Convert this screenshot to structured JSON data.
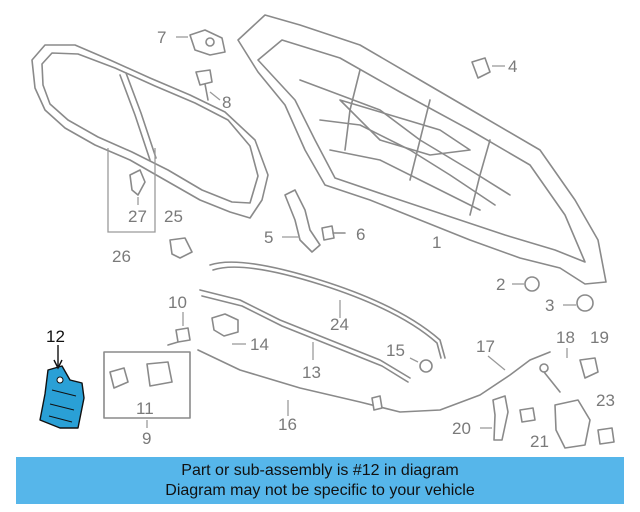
{
  "diagram": {
    "callouts": {
      "c1": "1",
      "c2": "2",
      "c3": "3",
      "c4": "4",
      "c5": "5",
      "c6": "6",
      "c7": "7",
      "c8": "8",
      "c9": "9",
      "c10": "10",
      "c11": "11",
      "c12": "12",
      "c13": "13",
      "c14": "14",
      "c15": "15",
      "c16": "16",
      "c17": "17",
      "c18": "18",
      "c19": "19",
      "c20": "20",
      "c21": "21",
      "c23": "23",
      "c24": "24",
      "c25": "25",
      "c26": "26",
      "c27": "27"
    },
    "highlighted_part": "12",
    "highlight_color": "#2aa0d6",
    "banner_color": "#56b6ea"
  },
  "banner": {
    "line1": "Part or sub-assembly is #12 in diagram",
    "line2": "Diagram may not be specific to your vehicle"
  }
}
